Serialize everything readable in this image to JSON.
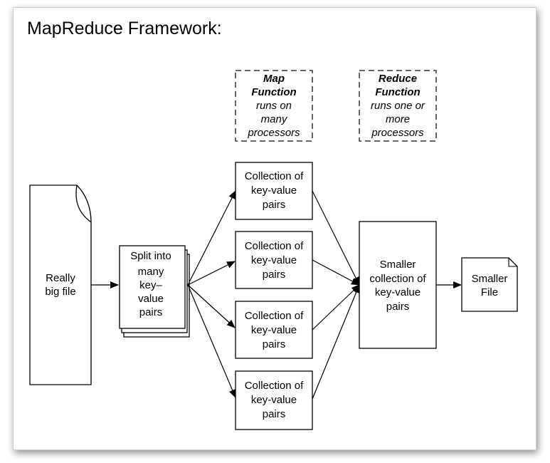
{
  "title": "MapReduce Framework:",
  "annotations": {
    "map": {
      "heading_1": "Map",
      "heading_2": "Function",
      "line_1": "runs on",
      "line_2": "many",
      "line_3": "processors"
    },
    "reduce": {
      "heading_1": "Reduce",
      "heading_2": "Function",
      "line_1": "runs one or",
      "line_2": "more",
      "line_3": "processors"
    }
  },
  "nodes": {
    "input_file": {
      "line_1": "Really",
      "line_2": "big file"
    },
    "split": {
      "line_1": "Split into",
      "line_2": "many",
      "line_3": "key–",
      "line_4": "value",
      "line_5": "pairs"
    },
    "collections": [
      {
        "line_1": "Collection of",
        "line_2": "key-value",
        "line_3": "pairs"
      },
      {
        "line_1": "Collection of",
        "line_2": "key-value",
        "line_3": "pairs"
      },
      {
        "line_1": "Collection of",
        "line_2": "key-value",
        "line_3": "pairs"
      },
      {
        "line_1": "Collection of",
        "line_2": "key-value",
        "line_3": "pairs"
      }
    ],
    "reduce_output": {
      "line_1": "Smaller",
      "line_2": "collection of",
      "line_3": "key-value",
      "line_4": "pairs"
    },
    "output_file": {
      "line_1": "Smaller",
      "line_2": "File"
    }
  },
  "colors": {
    "stroke": "#000000",
    "background": "#ffffff",
    "dashed": "#333333"
  }
}
